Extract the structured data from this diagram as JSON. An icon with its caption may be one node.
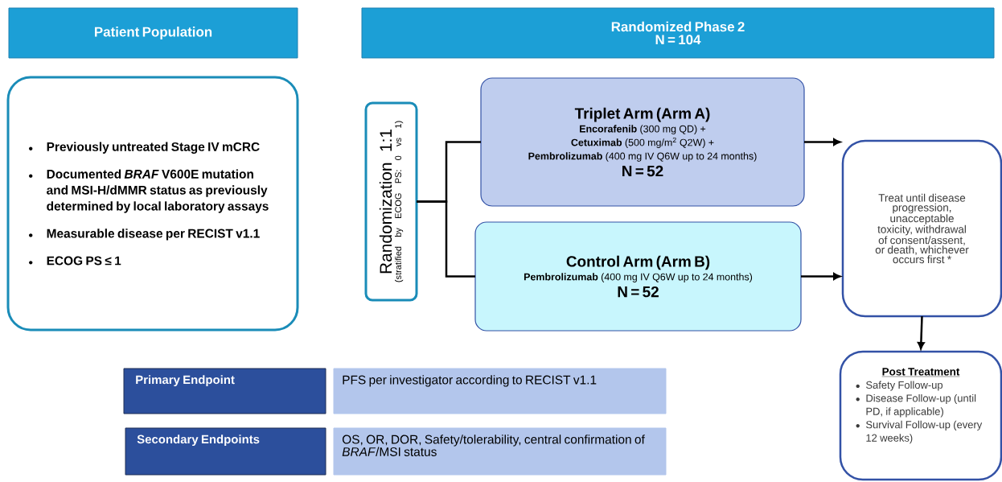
{
  "diagram": {
    "nodes": [
      {
        "text": [
          "Patient Population"
        ]
      },
      {
        "text": [
          "Randomized Phase 2",
          "N = 104"
        ]
      },
      {
        "text": [
          "Previously untreated Stage IV mCRC",
          "Documented *BRAF* V600E mutation and MSI-H/dMMR status as previously determined by local laboratory assays",
          "Measurable disease per RECIST v1.1",
          "ECOG PS ≤ 1"
        ]
      },
      {
        "text": [
          "Randomization 1:1",
          "(stratified by ECOG PS: 0 vs 1)"
        ]
      },
      {
        "text": [
          "Triplet Arm (Arm A)",
          "**Encorafenib** (300 mg QD) +",
          "**Cetuximab** (500 mg/m$^{2}$ Q2W) +",
          "**Pembrolizumab** (400 mg IV Q6W up to 24 months)",
          "N = 52"
        ]
      },
      {
        "text": [
          "Control Arm (Arm B)",
          "**Pembrolizumab** (400 mg IV Q6W up to 24 months)",
          "N = 52"
        ]
      },
      {
        "text": [
          "Treat until disease progression, unacceptable toxicity, withdrawal of consent/assent, or death, whichever occurs first *"
        ]
      },
      {
        "text": [
          "Post Treatment",
          "Safety Follow-up",
          "Disease Follow-up (until PD, if applicable)",
          "Survival Follow-up (every 12 weeks)"
        ]
      },
      {
        "text": [
          "Primary Endpoint"
        ]
      },
      {
        "text": [
          "PFS per investigator according to RECIST v1.1"
        ]
      },
      {
        "text": [
          "Secondary Endpoints"
        ]
      },
      {
        "text": [
          "OS, OR, DOR, Safety/tolerability, central confirmation of *BRAF*/MSI status"
        ]
      }
    ],
    "edges": [
      {
        "from": 3,
        "to": 4,
        "arrow": "none"
      },
      {
        "from": 3,
        "to": 5,
        "arrow": "none"
      },
      {
        "from": 4,
        "to": 6,
        "arrow": "to"
      },
      {
        "from": 5,
        "to": 6,
        "arrow": "to"
      },
      {
        "from": 6,
        "to": 7,
        "arrow": "to"
      }
    ]
  }
}
